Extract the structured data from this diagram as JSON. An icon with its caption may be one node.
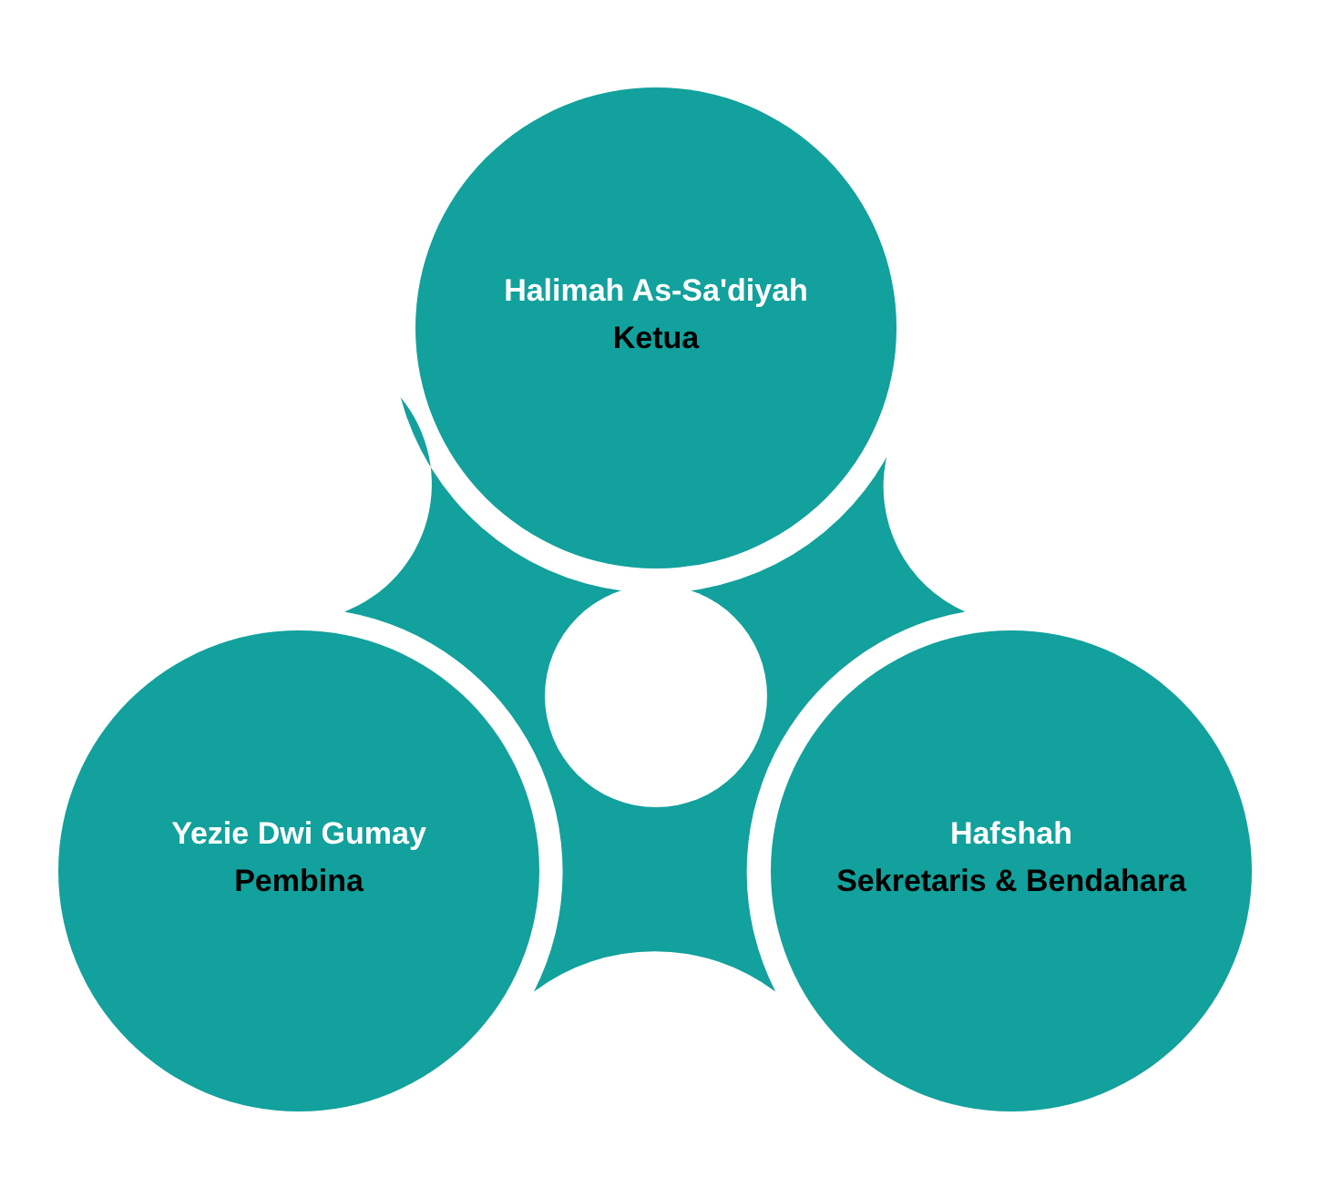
{
  "diagram": {
    "nodes": [
      {
        "text": [
          "Halimah As-Sa'diyah",
          "Ketua"
        ]
      },
      {
        "text": [],
        "shape": "circle"
      },
      {
        "text": [
          "Yezie Dwi Gumay",
          "Pembina"
        ]
      },
      {
        "text": [
          "Hafshah",
          "Sekretaris & Bendahara"
        ]
      }
    ]
  }
}
